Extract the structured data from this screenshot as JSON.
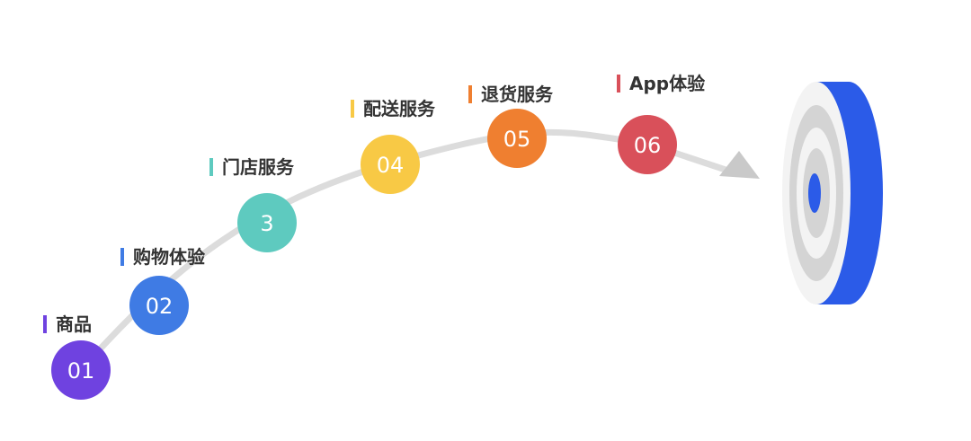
{
  "steps": [
    {
      "number": "01",
      "label": "商品",
      "color": "#6f42e0"
    },
    {
      "number": "02",
      "label": "购物体验",
      "color": "#3f7be4"
    },
    {
      "number": "3",
      "label": "门店服务",
      "color": "#5ecabf"
    },
    {
      "number": "04",
      "label": "配送服务",
      "color": "#f8c945"
    },
    {
      "number": "05",
      "label": "退货服务",
      "color": "#ef7f30"
    },
    {
      "number": "06",
      "label": "App体验",
      "color": "#d9505a"
    }
  ],
  "colors": {
    "path": "#dcdcdc",
    "arrow": "#c9c9c9",
    "target_face": "#f3f3f3",
    "target_ring": "#d4d4d4",
    "target_edge": "#2b5be8",
    "bullseye": "#2b5be8"
  },
  "icons": {
    "target": "target-icon",
    "arrow": "arrow-head-icon"
  }
}
